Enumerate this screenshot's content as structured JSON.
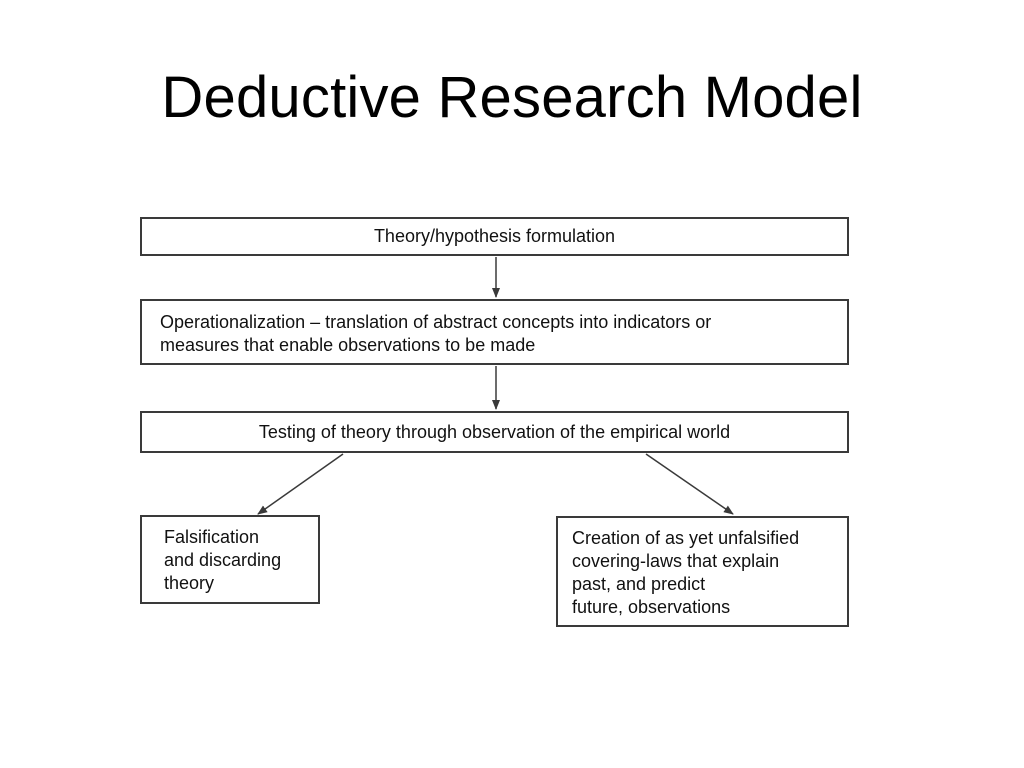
{
  "title": "Deductive Research Model",
  "boxes": {
    "theory": "Theory/hypothesis formulation",
    "operationalization": [
      "Operationalization – translation of abstract concepts into indicators or",
      "measures that enable observations to be made"
    ],
    "testing": "Testing of theory through observation of the empirical world",
    "falsification": [
      "Falsification",
      "and discarding",
      "theory"
    ],
    "creation": [
      "Creation of as yet unfalsified",
      "covering-laws that explain",
      "past, and predict",
      "future, observations"
    ]
  },
  "colors": {
    "border": "#3a3a3a",
    "text": "#111111",
    "background": "#ffffff"
  }
}
